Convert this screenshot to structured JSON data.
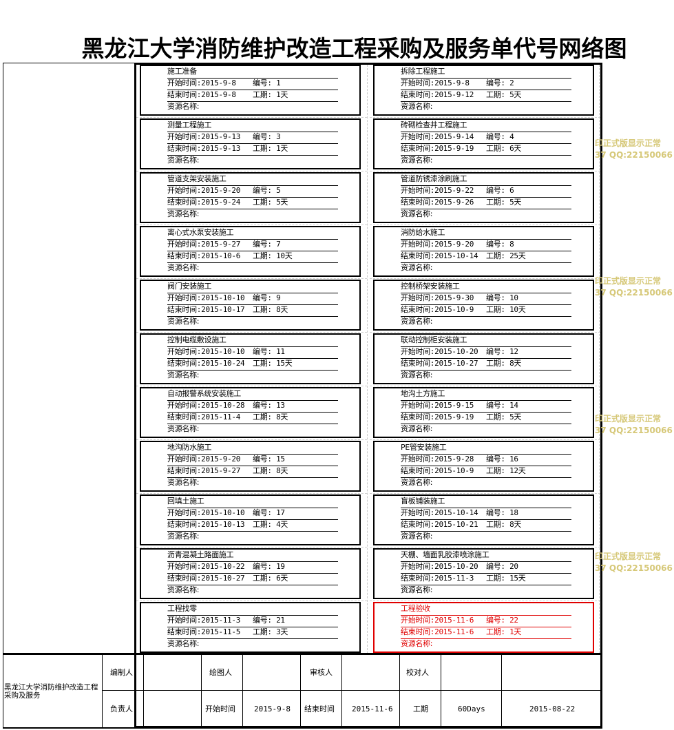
{
  "title": "黑龙江大学消防维护改造工程采购及服务单代号网络图",
  "labels": {
    "start": "开始时间:",
    "id": "编号:",
    "end": "结束时间:",
    "duration": "工期:",
    "resource": "资源名称:"
  },
  "tasks": [
    {
      "name": "施工准备",
      "start": "2015-9-8",
      "id": "1",
      "end": "2015-9-8",
      "duration": "1天"
    },
    {
      "name": "拆除工程施工",
      "start": "2015-9-8",
      "id": "2",
      "end": "2015-9-12",
      "duration": "5天"
    },
    {
      "name": "测量工程施工",
      "start": "2015-9-13",
      "id": "3",
      "end": "2015-9-13",
      "duration": "1天"
    },
    {
      "name": "砖砌检查井工程施工",
      "start": "2015-9-14",
      "id": "4",
      "end": "2015-9-19",
      "duration": "6天"
    },
    {
      "name": "管道支架安装施工",
      "start": "2015-9-20",
      "id": "5",
      "end": "2015-9-24",
      "duration": "5天"
    },
    {
      "name": "管道防锈漆涂刷施工",
      "start": "2015-9-22",
      "id": "6",
      "end": "2015-9-26",
      "duration": "5天"
    },
    {
      "name": "离心式水泵安装施工",
      "start": "2015-9-27",
      "id": "7",
      "end": "2015-10-6",
      "duration": "10天"
    },
    {
      "name": "消防给水施工",
      "start": "2015-9-20",
      "id": "8",
      "end": "2015-10-14",
      "duration": "25天"
    },
    {
      "name": "阀门安装施工",
      "start": "2015-10-10",
      "id": "9",
      "end": "2015-10-17",
      "duration": "8天"
    },
    {
      "name": "控制桥架安装施工",
      "start": "2015-9-30",
      "id": "10",
      "end": "2015-10-9",
      "duration": "10天"
    },
    {
      "name": "控制电缆敷设施工",
      "start": "2015-10-10",
      "id": "11",
      "end": "2015-10-24",
      "duration": "15天"
    },
    {
      "name": "联动控制柜安装施工",
      "start": "2015-10-20",
      "id": "12",
      "end": "2015-10-27",
      "duration": "8天"
    },
    {
      "name": "自动报警系统安装施工",
      "start": "2015-10-28",
      "id": "13",
      "end": "2015-11-4",
      "duration": "8天"
    },
    {
      "name": "地沟土方施工",
      "start": "2015-9-15",
      "id": "14",
      "end": "2015-9-19",
      "duration": "5天"
    },
    {
      "name": "地沟防水施工",
      "start": "2015-9-20",
      "id": "15",
      "end": "2015-9-27",
      "duration": "8天"
    },
    {
      "name": "PE管安装施工",
      "start": "2015-9-28",
      "id": "16",
      "end": "2015-10-9",
      "duration": "12天"
    },
    {
      "name": "回填土施工",
      "start": "2015-10-10",
      "id": "17",
      "end": "2015-10-13",
      "duration": "4天"
    },
    {
      "name": "盲板铺装施工",
      "start": "2015-10-14",
      "id": "18",
      "end": "2015-10-21",
      "duration": "8天"
    },
    {
      "name": "沥青混凝土路面施工",
      "start": "2015-10-22",
      "id": "19",
      "end": "2015-10-27",
      "duration": "6天"
    },
    {
      "name": "天棚、墙面乳胶漆喷涂施工",
      "start": "2015-10-20",
      "id": "20",
      "end": "2015-11-3",
      "duration": "15天"
    },
    {
      "name": "工程找零",
      "start": "2015-11-3",
      "id": "21",
      "end": "2015-11-5",
      "duration": "3天"
    },
    {
      "name": "工程验收",
      "start": "2015-11-6",
      "id": "22",
      "end": "2015-11-6",
      "duration": "1天",
      "highlight": true
    }
  ],
  "watermark": {
    "line1": "印正式版显示正常",
    "line2": "37 QQ:22150066"
  },
  "footer": {
    "project": "黑龙江大学消防维护改造工程采购及服务",
    "editor_label": "编制人",
    "drawer_label": "绘图人",
    "reviewer_label": "审核人",
    "checker_label": "校对人",
    "manager_label": "负责人",
    "start_label": "开始时间",
    "start_value": "2015-9-8",
    "end_label": "结束时间",
    "end_value": "2015-11-6",
    "duration_label": "工期",
    "duration_value": "60Days",
    "date_value": "2015-08-22"
  }
}
